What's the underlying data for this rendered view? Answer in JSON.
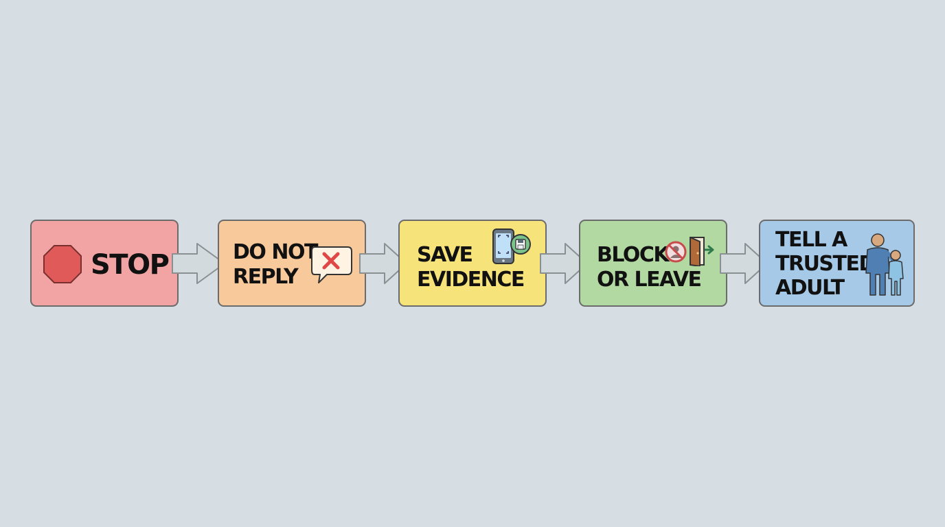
{
  "steps": [
    {
      "id": "stop",
      "lines": [
        "STOP"
      ],
      "color": "#f2a3a3",
      "icon": "stop-sign-icon",
      "icon_color": "#e05a5a"
    },
    {
      "id": "do-not-reply",
      "lines": [
        "DO NOT",
        "REPLY"
      ],
      "color": "#f7c99b",
      "icon": "no-message-icon",
      "icon_color": "#e04848"
    },
    {
      "id": "save-evidence",
      "lines": [
        "SAVE",
        "EVIDENCE"
      ],
      "color": "#f6e37a",
      "icon": "phone-screenshot-save-icon",
      "icon_color": "#5aa0d8"
    },
    {
      "id": "block-or-leave",
      "lines": [
        "BLOCK",
        "OR LEAVE"
      ],
      "color": "#b2d9a2",
      "icon": "block-and-exit-icon",
      "icon_color": "#c94a4a"
    },
    {
      "id": "tell-a-trusted-adult",
      "lines": [
        "TELL A",
        "TRUSTED",
        "ADULT"
      ],
      "color": "#a5c9e6",
      "icon": "adult-and-child-icon",
      "icon_color": "#4f7fb3"
    }
  ],
  "connector": {
    "icon": "right-arrow-icon",
    "color": "#d3dadd"
  },
  "background": "#d6dee3"
}
